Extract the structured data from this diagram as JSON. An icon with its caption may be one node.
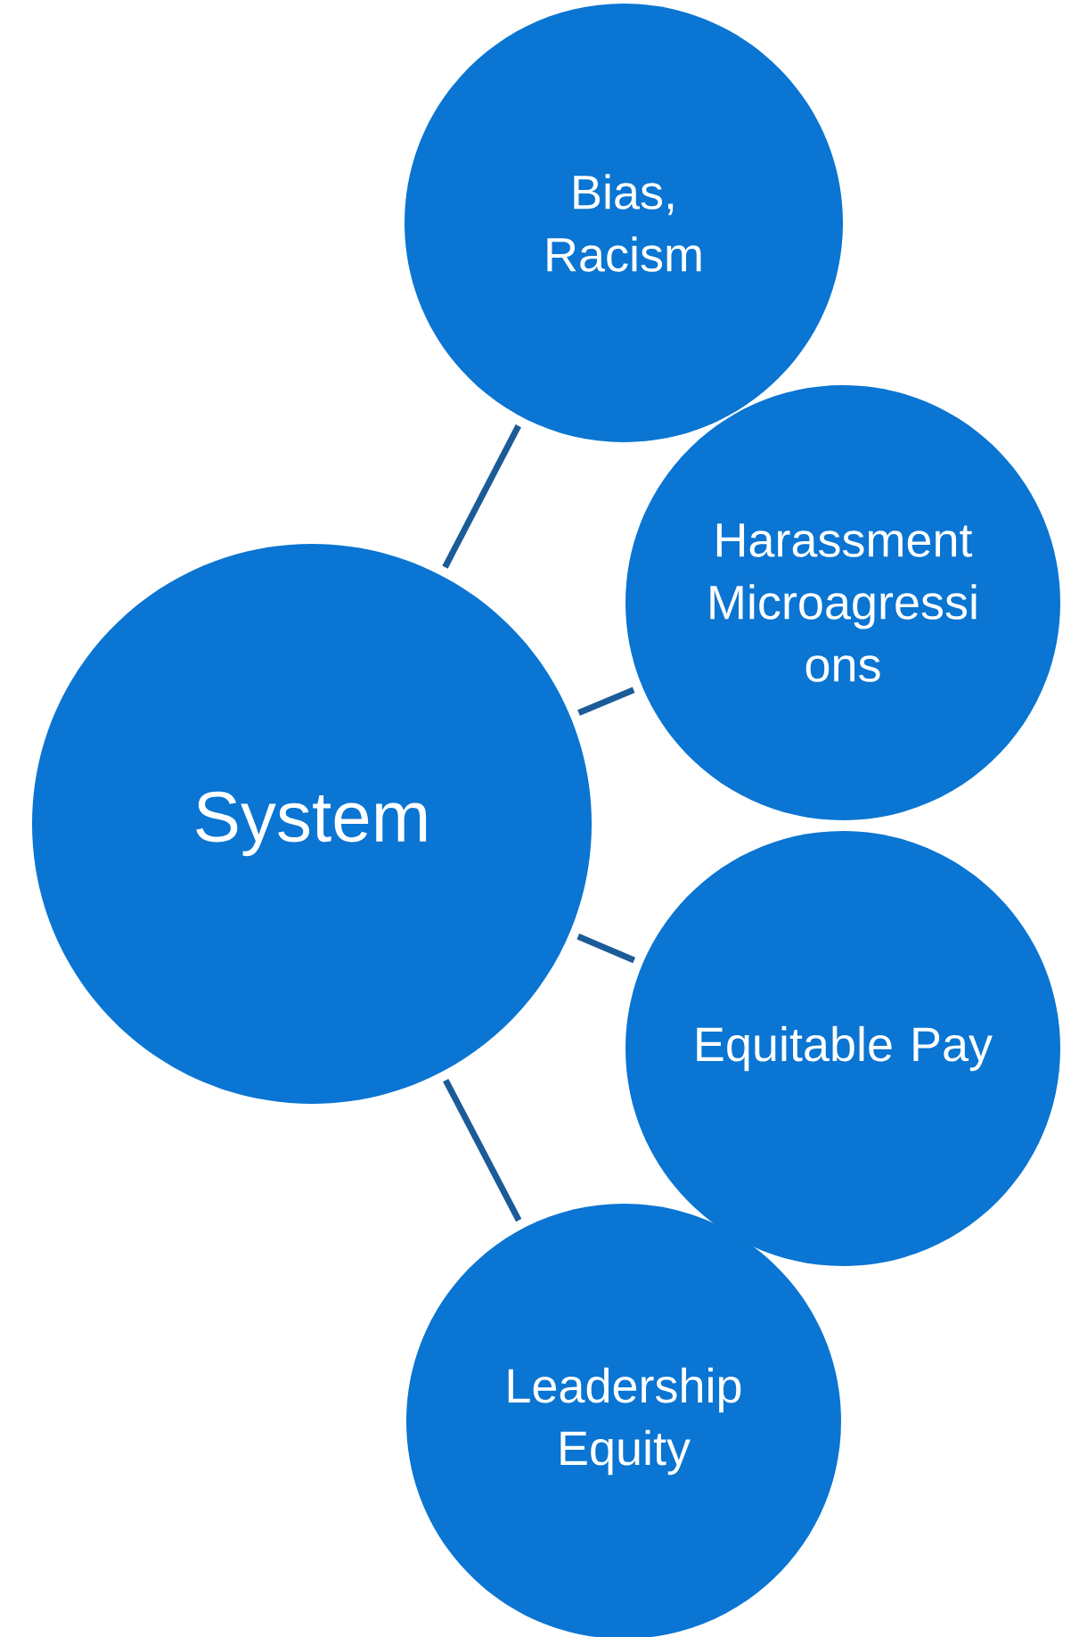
{
  "diagram": {
    "nodes": [
      {
        "text": [
          "System"
        ]
      },
      {
        "text": [
          "Bias, Racism"
        ]
      },
      {
        "text": [
          "Harassment Microagressi ons"
        ]
      },
      {
        "text": [
          "Equitable Pay"
        ]
      },
      {
        "text": [
          "Leadership Equity"
        ]
      }
    ],
    "edges": [
      {
        "from": 0,
        "to": 1,
        "arrow": "none"
      },
      {
        "from": 0,
        "to": 2,
        "arrow": "none"
      },
      {
        "from": 0,
        "to": 3,
        "arrow": "none"
      },
      {
        "from": 0,
        "to": 4,
        "arrow": "none"
      }
    ]
  }
}
